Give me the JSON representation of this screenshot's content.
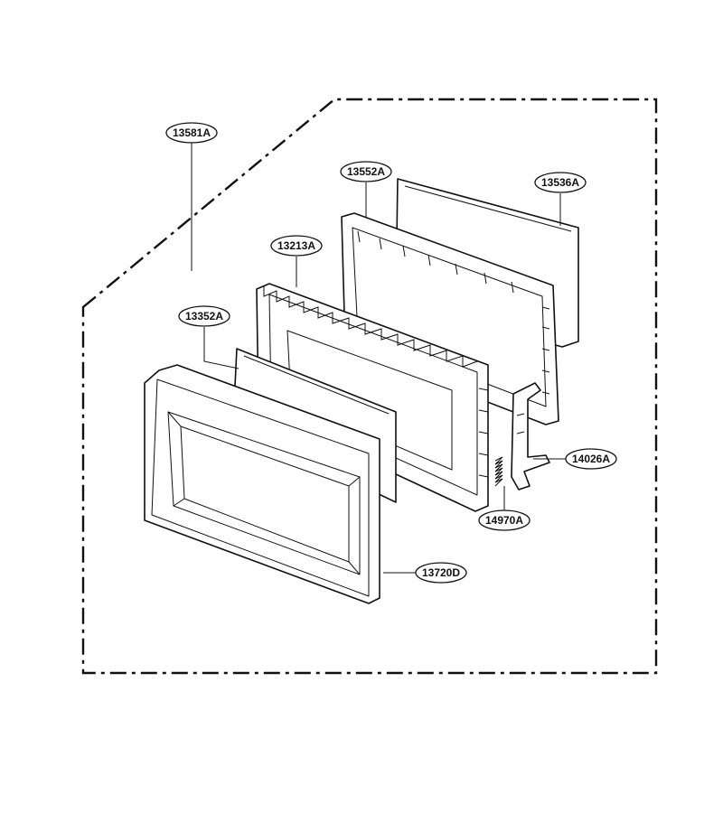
{
  "callouts": [
    {
      "id": "c1",
      "text": "13581A"
    },
    {
      "id": "c2",
      "text": "13552A"
    },
    {
      "id": "c3",
      "text": "13536A"
    },
    {
      "id": "c4",
      "text": "13213A"
    },
    {
      "id": "c5",
      "text": "13352A"
    },
    {
      "id": "c6",
      "text": "14026A"
    },
    {
      "id": "c7",
      "text": "14970A"
    },
    {
      "id": "c8",
      "text": "13720D"
    }
  ]
}
